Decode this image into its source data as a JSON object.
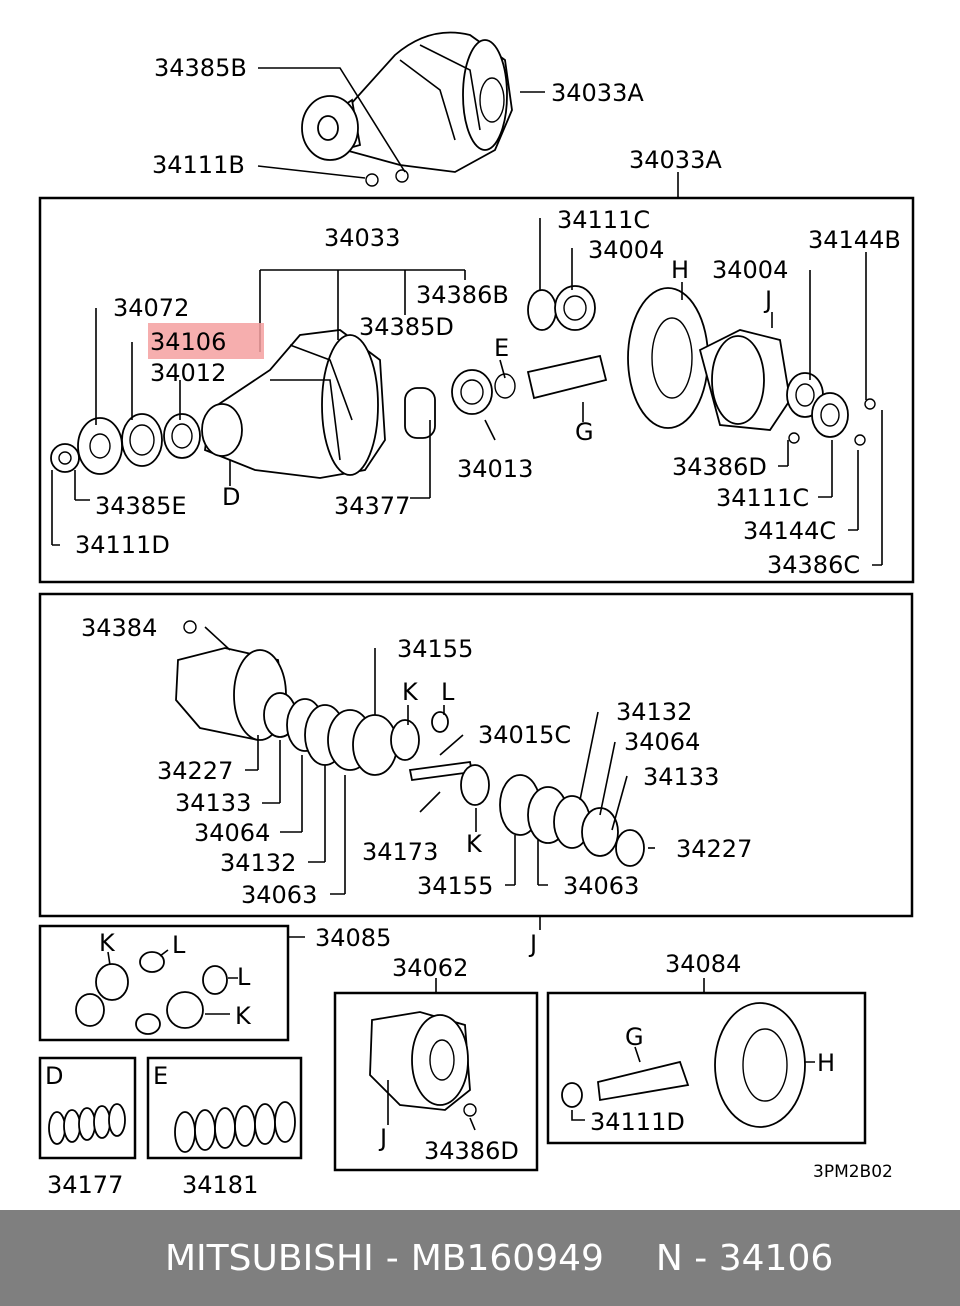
{
  "diagram": {
    "highlighted_part": "34106",
    "drawing_code": "3PM2B02",
    "assembly_labels": [
      "34385B",
      "34033A",
      "34111B",
      "34033A",
      "34033",
      "34111C",
      "34004",
      "H",
      "34004",
      "34144B",
      "34072",
      "34386B",
      "34106",
      "34385D",
      "J",
      "34012",
      "E",
      "G",
      "D",
      "34013",
      "34385E",
      "34377",
      "34386D",
      "34111C",
      "34111D",
      "34144C",
      "34386C"
    ],
    "differential_labels": [
      "34384",
      "34155",
      "K",
      "L",
      "34132",
      "34015C",
      "34064",
      "34133",
      "34227",
      "34133",
      "34227",
      "34064",
      "34173",
      "K",
      "34132",
      "34155",
      "34063",
      "34063",
      "J"
    ],
    "kit_labels": {
      "pinion_kit": [
        "34085",
        "K",
        "L",
        "L",
        "K"
      ],
      "case": [
        "34062",
        "J",
        "34386D"
      ],
      "gear_set": [
        "34084",
        "G",
        "H",
        "34111D"
      ],
      "spacer_d": [
        "D",
        "34177"
      ],
      "spacer_e": [
        "E",
        "34181"
      ]
    }
  },
  "footer": {
    "brand": "MITSUBISHI",
    "separator": "-",
    "part_number": "MB160949",
    "position_code": "N - 34106"
  }
}
